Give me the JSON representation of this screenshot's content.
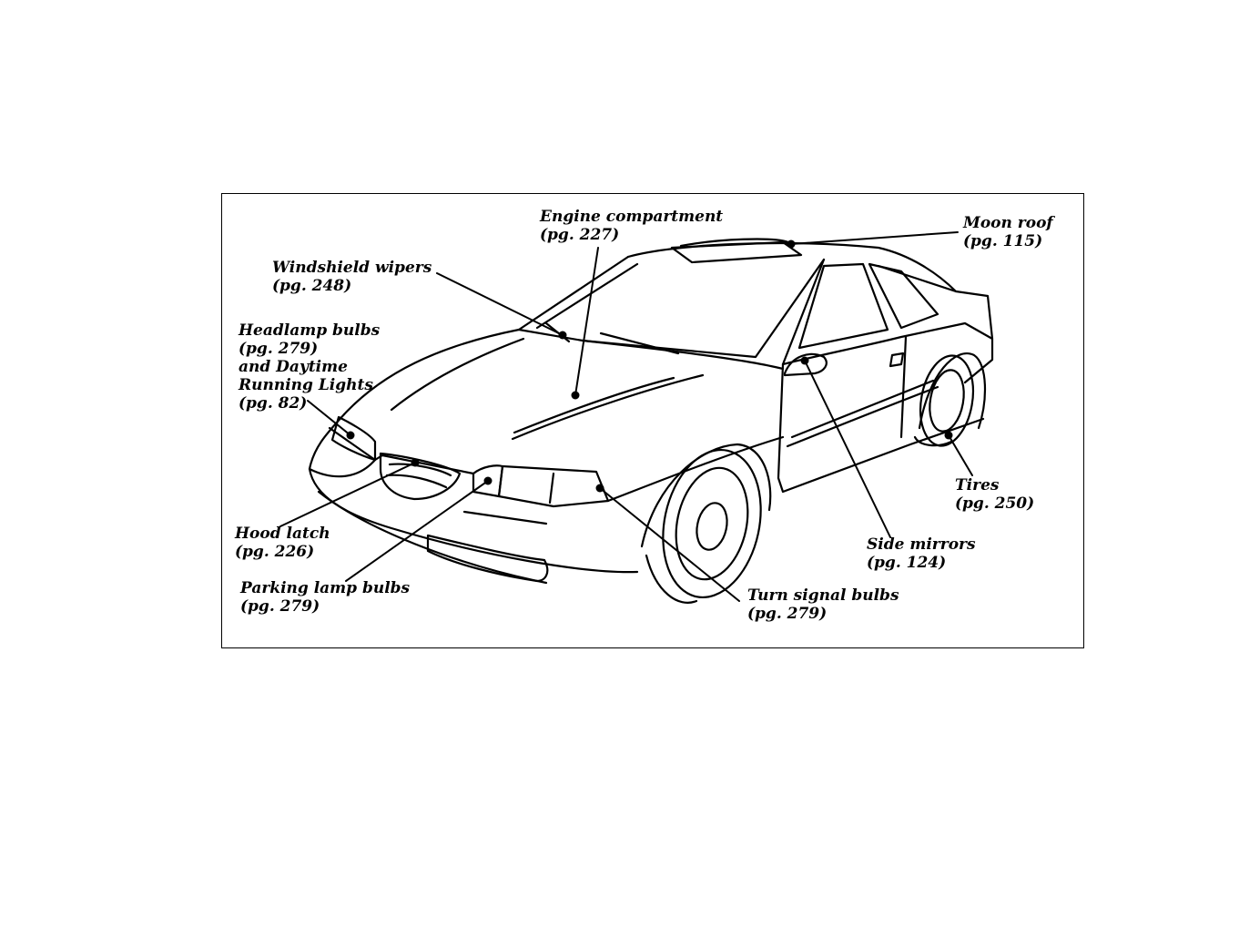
{
  "colors": {
    "ink": "#000000",
    "paper": "#ffffff"
  },
  "callouts": {
    "engine": {
      "name": "Engine compartment",
      "page": "(pg. 227)"
    },
    "moonroof": {
      "name": "Moon roof",
      "page": "(pg. 115)"
    },
    "wipers": {
      "name": "Windshield wipers",
      "page": "(pg. 248)"
    },
    "headlamp": {
      "line1": "Headlamp bulbs",
      "line2": "(pg. 279)",
      "line3": "and Daytime",
      "line4": "Running Lights",
      "line5": "(pg. 82)"
    },
    "tires": {
      "name": "Tires",
      "page": "(pg. 250)"
    },
    "mirrors": {
      "name": "Side mirrors",
      "page": "(pg. 124)"
    },
    "hoodlatch": {
      "name": "Hood latch",
      "page": "(pg. 226)"
    },
    "parking": {
      "name": "Parking lamp bulbs",
      "page": "(pg. 279)"
    },
    "turnsignal": {
      "name": "Turn signal bulbs",
      "page": "(pg. 279)"
    }
  }
}
